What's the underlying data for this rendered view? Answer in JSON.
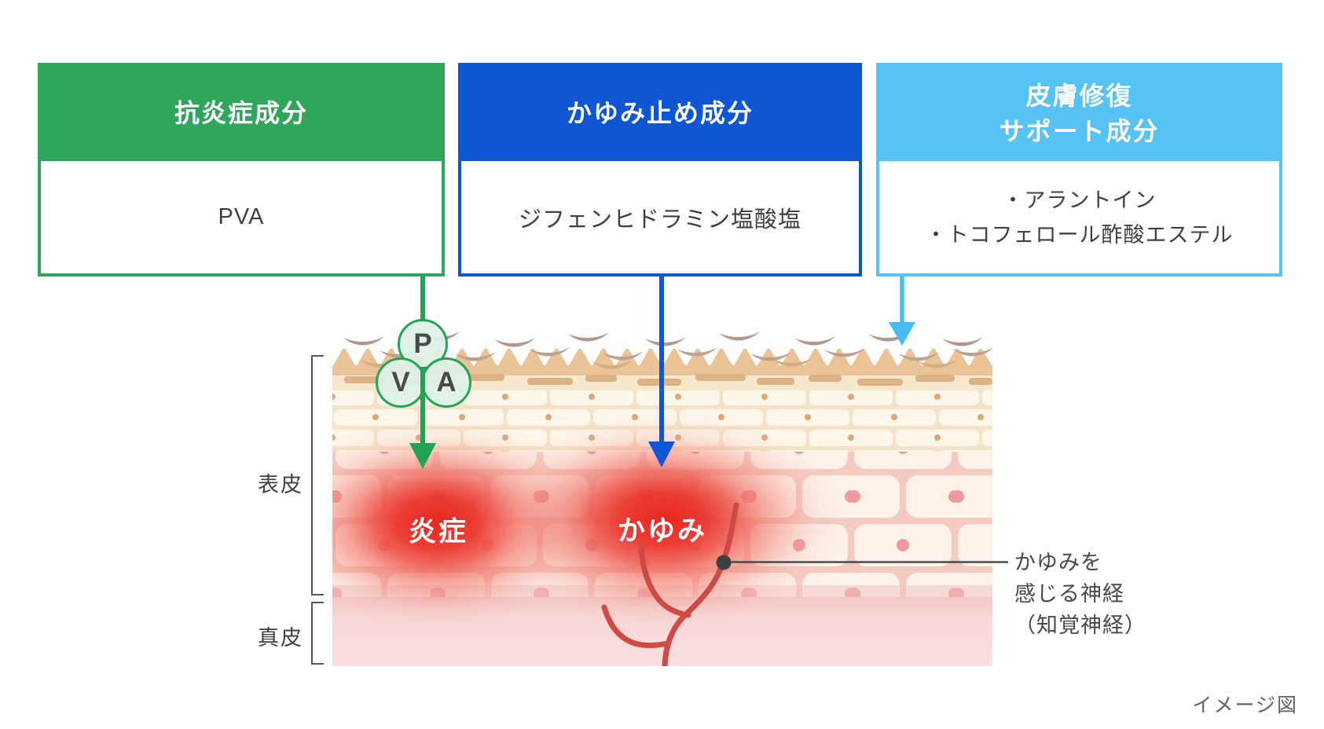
{
  "boxes": [
    {
      "header": "抗炎症成分",
      "body_lines": [
        "PVA"
      ],
      "accent_color": "#2FA65B"
    },
    {
      "header": "かゆみ止め成分",
      "body_lines": [
        "ジフェンヒドラミン塩酸塩"
      ],
      "accent_color": "#0F56D4"
    },
    {
      "header_lines": [
        "皮膚修復",
        "サポート成分"
      ],
      "body_lines": [
        "・アラントイン",
        "・トコフェロール酢酸エステル"
      ],
      "accent_color": "#57C3F4"
    }
  ],
  "pva_badge": {
    "top": "P",
    "left": "V",
    "right": "A"
  },
  "skin_labels": {
    "epidermis": "表皮",
    "dermis": "真皮"
  },
  "symptom_labels": {
    "inflammation": "炎症",
    "itch": "かゆみ"
  },
  "nerve_label_lines": [
    "かゆみを",
    "感じる神経",
    "（知覚神経）"
  ],
  "caption": "イメージ図",
  "colors": {
    "green": "#2FA65B",
    "blue": "#0F56D4",
    "light_blue": "#57C3F4",
    "glow_red": "#E9352D",
    "nerve_red": "#CD4A45",
    "nerve_dot": "#3C4043",
    "body_text": "#3F3F3F",
    "caption_gray": "#626262",
    "skin_tan": "#EAC497",
    "dermis_pink": "#F8DADA"
  }
}
